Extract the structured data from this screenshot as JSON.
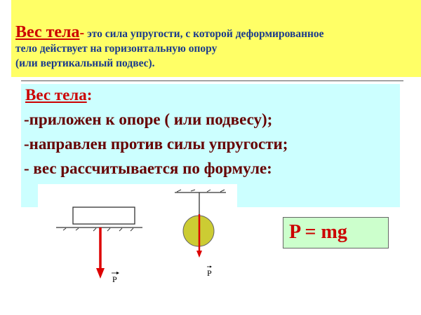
{
  "definition": {
    "term": "Вес тела",
    "dash": "-",
    "line1": " это сила упругости, с которой деформированное",
    "line2": "тело действует на горизонтальную опору",
    "line3": "(или вертикальный подвес)."
  },
  "properties": {
    "title_term": "Вес тела",
    "title_colon": ":",
    "items": [
      "-приложен к опоре ( или подвесу);",
      "-направлен против силы упругости;",
      "- вес рассчитывается по формуле:"
    ]
  },
  "formula": {
    "text": "P = mg"
  },
  "diagrams": {
    "support_label": "P",
    "suspension_label": "P"
  },
  "colors": {
    "definition_bg": "#ffff66",
    "properties_bg": "#ccffff",
    "formula_bg": "#ccffcc",
    "accent_red": "#cc0000",
    "text_blue": "#1a3a8c",
    "text_darkred": "#660000",
    "ball_fill": "#cccc33"
  }
}
